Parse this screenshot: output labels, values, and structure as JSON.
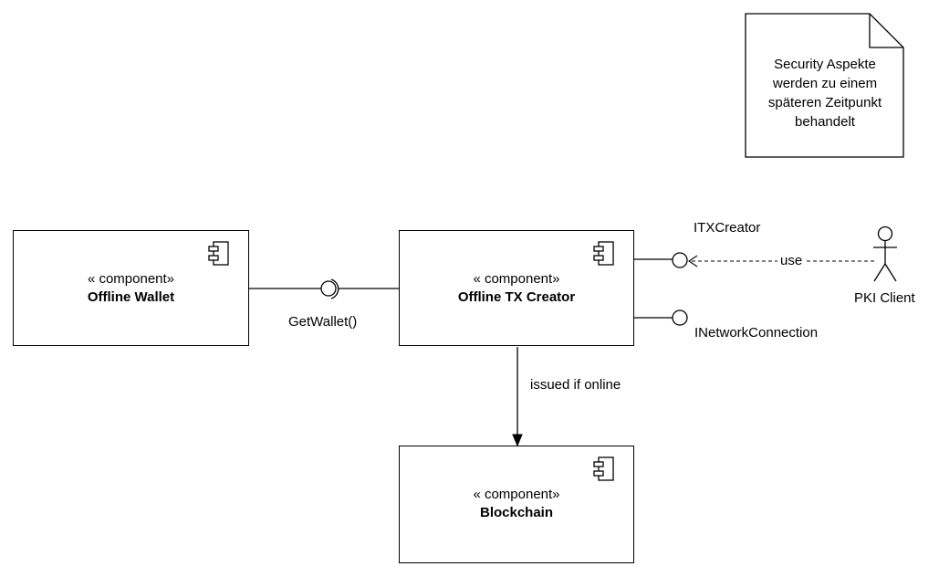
{
  "components": {
    "wallet": {
      "stereotype": "« component»",
      "name": "Offline Wallet"
    },
    "creator": {
      "stereotype": "« component»",
      "name": "Offline TX Creator"
    },
    "blockchain": {
      "stereotype": "« component»",
      "name": "Blockchain"
    }
  },
  "interfaces": {
    "get_wallet": "GetWallet()",
    "itx_creator": "ITXCreator",
    "network": "INetworkConnection"
  },
  "relations": {
    "use": "use",
    "issued": "issued if online"
  },
  "actor": {
    "name": "PKI Client"
  },
  "note": {
    "lines": [
      "Security Aspekte",
      "werden zu einem",
      "späteren Zeitpunkt",
      "behandelt"
    ]
  }
}
